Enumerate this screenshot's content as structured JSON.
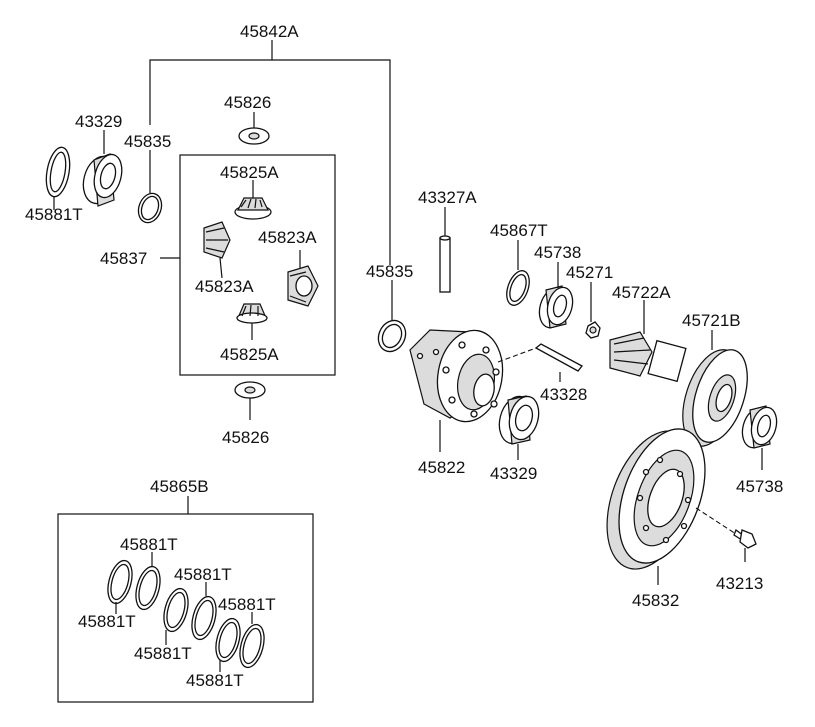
{
  "diagram": {
    "labels": {
      "p45842A": "45842A",
      "p45826_top": "45826",
      "p43329_left": "43329",
      "p45835_left": "45835",
      "p45881T_left": "45881T",
      "p45825A_top": "45825A",
      "p45823A_right": "45823A",
      "p45837": "45837",
      "p45823A_left": "45823A",
      "p45825A_bottom": "45825A",
      "p45826_bottom": "45826",
      "p43327A": "43327A",
      "p45835_center": "45835",
      "p45867T": "45867T",
      "p45738_top": "45738",
      "p45271": "45271",
      "p45722A": "45722A",
      "p45721B": "45721B",
      "p43328": "43328",
      "p45822": "45822",
      "p43329_center": "43329",
      "p45738_right": "45738",
      "p45832": "45832",
      "p43213": "43213",
      "p45865B": "45865B",
      "kit_1": "45881T",
      "kit_2": "45881T",
      "kit_3": "45881T",
      "kit_4": "45881T",
      "kit_5": "45881T",
      "kit_6": "45881T"
    }
  }
}
